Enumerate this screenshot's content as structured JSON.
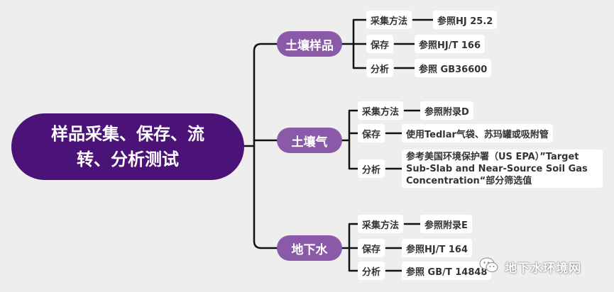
{
  "root": {
    "line1": "样品采集、保存、流",
    "line2": "转、分析测试"
  },
  "branches": [
    {
      "label": "土壤样品",
      "items": [
        {
          "label": "采集方法",
          "value": "参照HJ 25.2"
        },
        {
          "label": "保存",
          "value": "参照HJ/T 166"
        },
        {
          "label": "分析",
          "value": "参照 GB36600"
        }
      ]
    },
    {
      "label": "土壤气",
      "items": [
        {
          "label": "采集方法",
          "value": "参照附录D"
        },
        {
          "label": "保存",
          "value": "使用Tedlar气袋、苏玛罐或吸附管"
        },
        {
          "label": "分析",
          "value": "参考美国环境保护署（US EPA）”Target Sub-Slab and Near-Source Soil Gas Concentration“部分筛选值"
        }
      ]
    },
    {
      "label": "地下水",
      "items": [
        {
          "label": "采集方法",
          "value": "参照附录E"
        },
        {
          "label": "保存",
          "value": "参照HJ/T 164"
        },
        {
          "label": "分析",
          "value": "参照 GB/T 14848"
        }
      ]
    }
  ],
  "watermark": {
    "text": "地下水环境网",
    "icon": "wechat-icon"
  },
  "colors": {
    "background": "#eeeeee",
    "root": "#4b1277",
    "branch": "#8a5aa8",
    "line": "#111111",
    "leaf": "#ffffff"
  }
}
